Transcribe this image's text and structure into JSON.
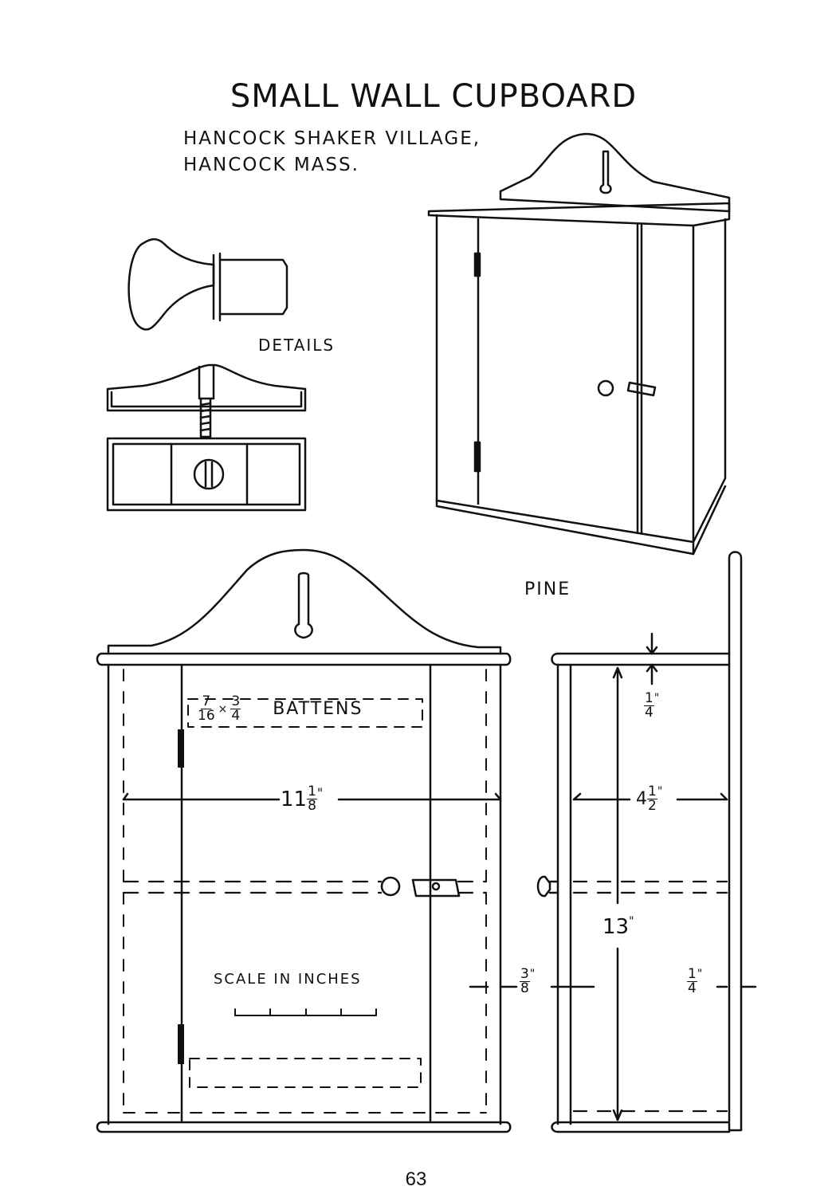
{
  "title": "SMALL WALL CUPBOARD",
  "subtitle": [
    "HANCOCK SHAKER VILLAGE,",
    "HANCOCK MASS."
  ],
  "labels": {
    "details": "DETAILS",
    "material": "PINE",
    "scale": "SCALE IN INCHES",
    "battens_word": "BATTENS"
  },
  "dimensions": {
    "batten_w": {
      "whole": "",
      "num": "7",
      "den": "16"
    },
    "batten_t": {
      "whole": "",
      "num": "3",
      "den": "4"
    },
    "width": {
      "whole": "11",
      "num": "1",
      "den": "8"
    },
    "top_thickness": {
      "whole": "",
      "num": "1",
      "den": "4"
    },
    "depth": {
      "whole": "4",
      "num": "1",
      "den": "2"
    },
    "height": "13",
    "door_thickness": {
      "whole": "",
      "num": "3",
      "den": "8"
    },
    "back_thickness": {
      "whole": "",
      "num": "1",
      "den": "4"
    }
  },
  "scale_ticks": 5,
  "page_number": "63"
}
